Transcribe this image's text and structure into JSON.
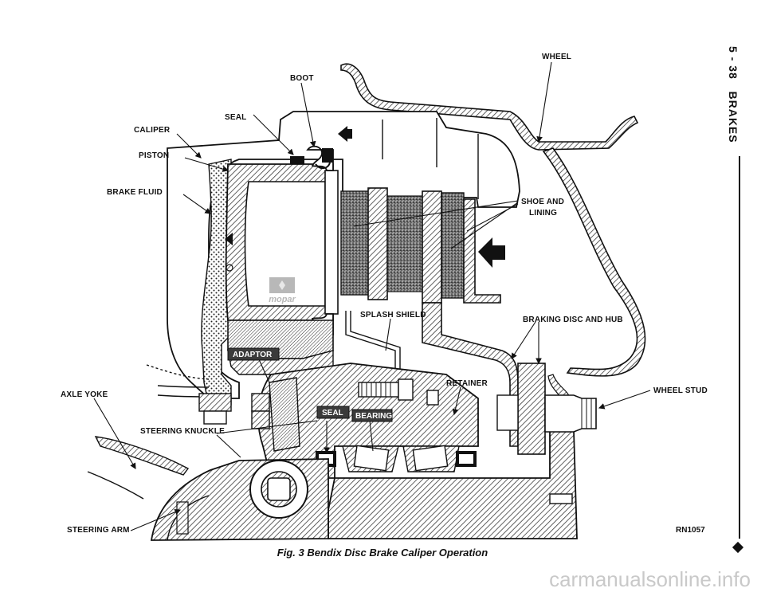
{
  "header": {
    "section": "5 - 38",
    "title": "BRAKES"
  },
  "figure": {
    "caption": "Fig. 3 Bendix Disc Brake Caliper Operation",
    "code": "RN1057"
  },
  "labels": {
    "wheel": "WHEEL",
    "boot": "BOOT",
    "seal_top": "SEAL",
    "caliper": "CALIPER",
    "piston": "PISTON",
    "brake_fluid": "BRAKE FLUID",
    "shoe_and": "SHOE AND",
    "lining": "LINING",
    "splash_shield": "SPLASH SHIELD",
    "braking_disc": "BRAKING DISC AND HUB",
    "adaptor": "ADAPTOR",
    "retainer": "RETAINER",
    "wheel_stud": "WHEEL STUD",
    "axle_yoke": "AXLE YOKE",
    "seal_bottom": "SEAL",
    "bearing": "BEARING",
    "steering_knuckle": "STEERING KNUCKLE",
    "steering_arm": "STEERING ARM"
  },
  "logo": {
    "text": "mopar"
  },
  "watermark": {
    "text": "carmanualsonline.info"
  },
  "colors": {
    "ink": "#111111",
    "hatch": "#5a5a5a",
    "watermark": "#c9c9c9"
  }
}
